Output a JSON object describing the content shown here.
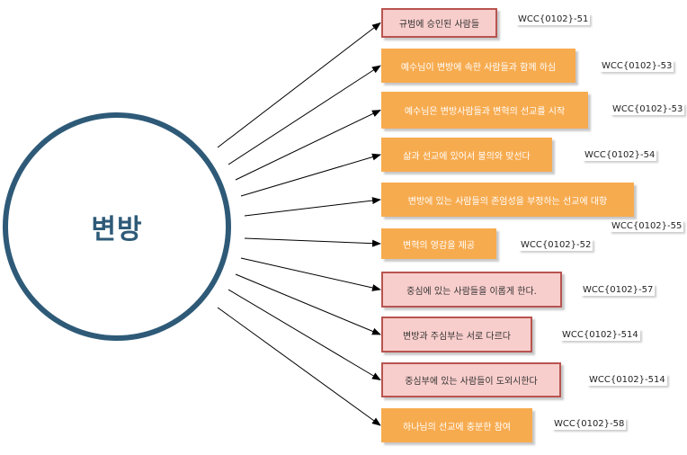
{
  "center": {
    "label": "변방"
  },
  "items": [
    {
      "label": "규범에 승인된 사람들",
      "code": "WCC{0102}-51",
      "style": "pink"
    },
    {
      "label": "예수님이 변방에 속한 사람들과 함께 하심",
      "code": "WCC{0102}-53",
      "style": "orange"
    },
    {
      "label": "예수님은 변방사람들과 변혁의 선교를 시작",
      "code": "WCC{0102}-53",
      "style": "orange"
    },
    {
      "label": "삶과 선교에 있어서 불의와 맞선다",
      "code": "WCC{0102}-54",
      "style": "orange"
    },
    {
      "label": "변방에 있는 사람들의 존엄성을 부정하는 선교에 대항",
      "code": "WCC{0102}-55",
      "style": "orange"
    },
    {
      "label": "변혁의 영감을 제공",
      "code": "WCC{0102}-52",
      "style": "orange"
    },
    {
      "label": "중심에 있는 사람들을 이롭게 한다.",
      "code": "WCC{0102}-57",
      "style": "pink"
    },
    {
      "label": "변방과 주심부는 서로 다르다",
      "code": "WCC{0102}-514",
      "style": "pink"
    },
    {
      "label": "중심부에 있는 사람들이 도외시한다",
      "code": "WCC{0102}-514",
      "style": "pink"
    },
    {
      "label": "하나님의 선교에 충분한 참여",
      "code": "WCC{0102}-58",
      "style": "orange"
    }
  ]
}
